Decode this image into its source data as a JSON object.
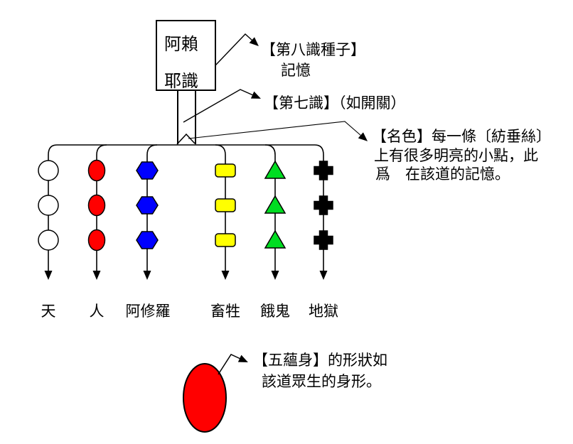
{
  "title_box": {
    "line1": "阿賴",
    "line2": "耶識"
  },
  "annotations": {
    "eighth": {
      "line1": "【第八識種子】",
      "line2": "記憶"
    },
    "seventh": "【第七識】（如開關）",
    "mingse": {
      "line1": "【名色】每一條〔紡垂絲〕",
      "line2": "上有很多明亮的小點，此",
      "line3": "爲　在該道的記憶。"
    },
    "five_aggregates": {
      "line1": "【五蘊身】的形狀如",
      "line2": "該道眾生的身形。"
    }
  },
  "paths": [
    {
      "label": "天",
      "shape": "circle",
      "color": "#ffffff"
    },
    {
      "label": "人",
      "shape": "oval",
      "color": "#ff0000"
    },
    {
      "label": "阿修羅",
      "shape": "hexagon",
      "color": "#0000ff"
    },
    {
      "label": "畜牲",
      "shape": "rounded-rectangle",
      "color": "#ffff00"
    },
    {
      "label": "餓鬼",
      "shape": "triangle",
      "color": "#00dd22"
    },
    {
      "label": "地獄",
      "shape": "cross",
      "color": "#000000"
    }
  ],
  "body_shape": {
    "color": "#ff0000"
  },
  "colors": {
    "line": "#000000",
    "background": "#ffffff"
  }
}
